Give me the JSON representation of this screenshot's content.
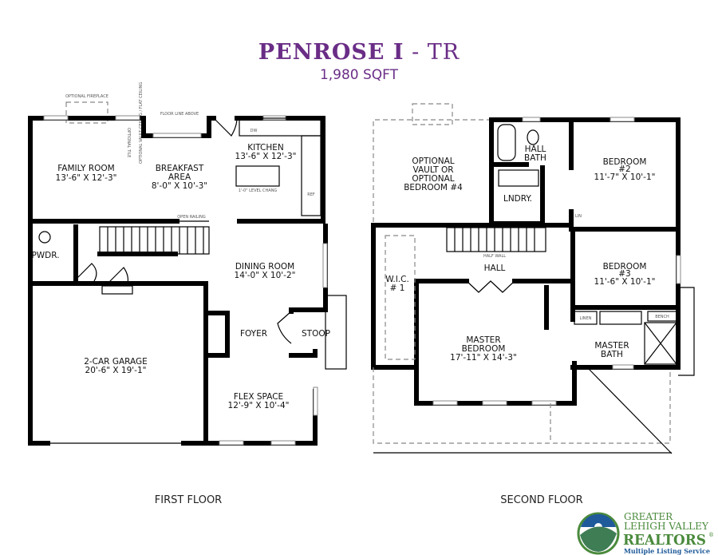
{
  "header": {
    "title_main": "PENROSE I",
    "title_suffix": " - TR",
    "sqft": "1,980 SQFT"
  },
  "first_floor": {
    "caption": "FIRST FLOOR",
    "notes": {
      "fireplace": "OPTIONAL FIREPLACE",
      "floor_line": "FLOOR LINE ABOVE",
      "tile": "OPTIONAL TILE",
      "vault": "OPTIONAL VAULT CEILING / FLAT CEILING",
      "level_change": "1'-0\" LEVEL CHANG",
      "open_railing": "OPEN RAILING",
      "dw": "DW",
      "ref": "REF"
    },
    "rooms": {
      "family": {
        "name": "FAMILY ROOM",
        "dims": "13'-6\" X 12'-3\""
      },
      "breakfast": {
        "name1": "BREAKFAST",
        "name2": "AREA",
        "dims": "8'-0\" X 10'-3\""
      },
      "kitchen": {
        "name": "KITCHEN",
        "dims": "13'-6\" X 12'-3\""
      },
      "powder": {
        "name": "PWDR."
      },
      "dining": {
        "name": "DINING ROOM",
        "dims": "14'-0\" X 10'-2\""
      },
      "foyer": {
        "name": "FOYER"
      },
      "stoop": {
        "name": "STOOP"
      },
      "garage": {
        "name": "2-CAR GARAGE",
        "dims": "20'-6\" X 19'-1\""
      },
      "flex": {
        "name": "FLEX SPACE",
        "dims": "12'-9\" X 10'-4\""
      }
    }
  },
  "second_floor": {
    "caption": "SECOND FLOOR",
    "notes": {
      "half_wall": "HALF WALL",
      "linen": "LINEN",
      "bench": "BENCH",
      "lin": "LIN"
    },
    "rooms": {
      "optional": {
        "line1": "OPTIONAL",
        "line2": "VAULT OR",
        "line3": "OPTIONAL",
        "line4": "BEDROOM #4"
      },
      "hall_bath": {
        "name1": "HALL",
        "name2": "BATH"
      },
      "bedroom2": {
        "name": "BEDROOM",
        "num": "#2",
        "dims": "11'-7\" X 10'-1\""
      },
      "laundry": {
        "name": "LNDRY."
      },
      "hall": {
        "name": "HALL"
      },
      "wic": {
        "name": "W.I.C.",
        "num": "# 1"
      },
      "bedroom3": {
        "name": "BEDROOM",
        "num": "#3",
        "dims": "11'-6\" X 10'-1\""
      },
      "master": {
        "name1": "MASTER",
        "name2": "BEDROOM",
        "dims": "17'-11\" X 14'-3\""
      },
      "master_bath": {
        "name1": "MASTER",
        "name2": "BATH"
      }
    }
  },
  "logo": {
    "line1": "GREATER",
    "line2": "LEHIGH VALLEY",
    "line3": "REALTORS",
    "reg": "®",
    "line4": "Multiple Listing Service"
  },
  "colors": {
    "title": "#6a2d86",
    "logo_green": "#4a8a3c",
    "logo_blue": "#1f5a9a"
  }
}
